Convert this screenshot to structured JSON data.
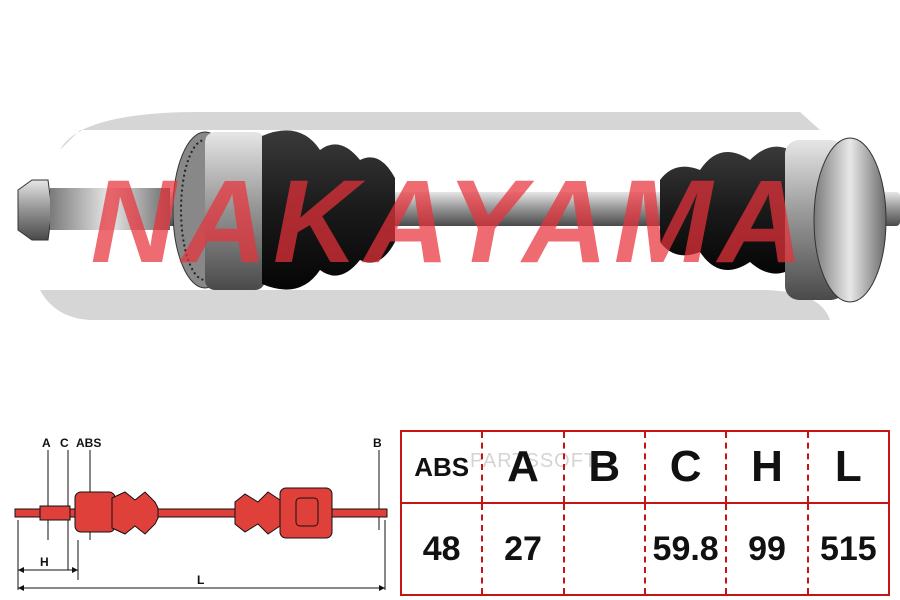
{
  "brand_logo": {
    "text": "NAKAYAMA",
    "color": "#e8323a"
  },
  "watermark": "PARTSSOFT",
  "schematic": {
    "labels": {
      "a": "A",
      "c": "C",
      "abs": "ABS",
      "b": "B",
      "h": "H",
      "l": "L"
    }
  },
  "spec_table": {
    "headers": [
      "ABS",
      "A",
      "B",
      "C",
      "H",
      "L"
    ],
    "values": [
      "48",
      "27",
      "",
      "59.8",
      "99",
      "515"
    ]
  },
  "colors": {
    "accent": "#c41414",
    "part_red": "#e0403a",
    "outline": "#111111"
  }
}
